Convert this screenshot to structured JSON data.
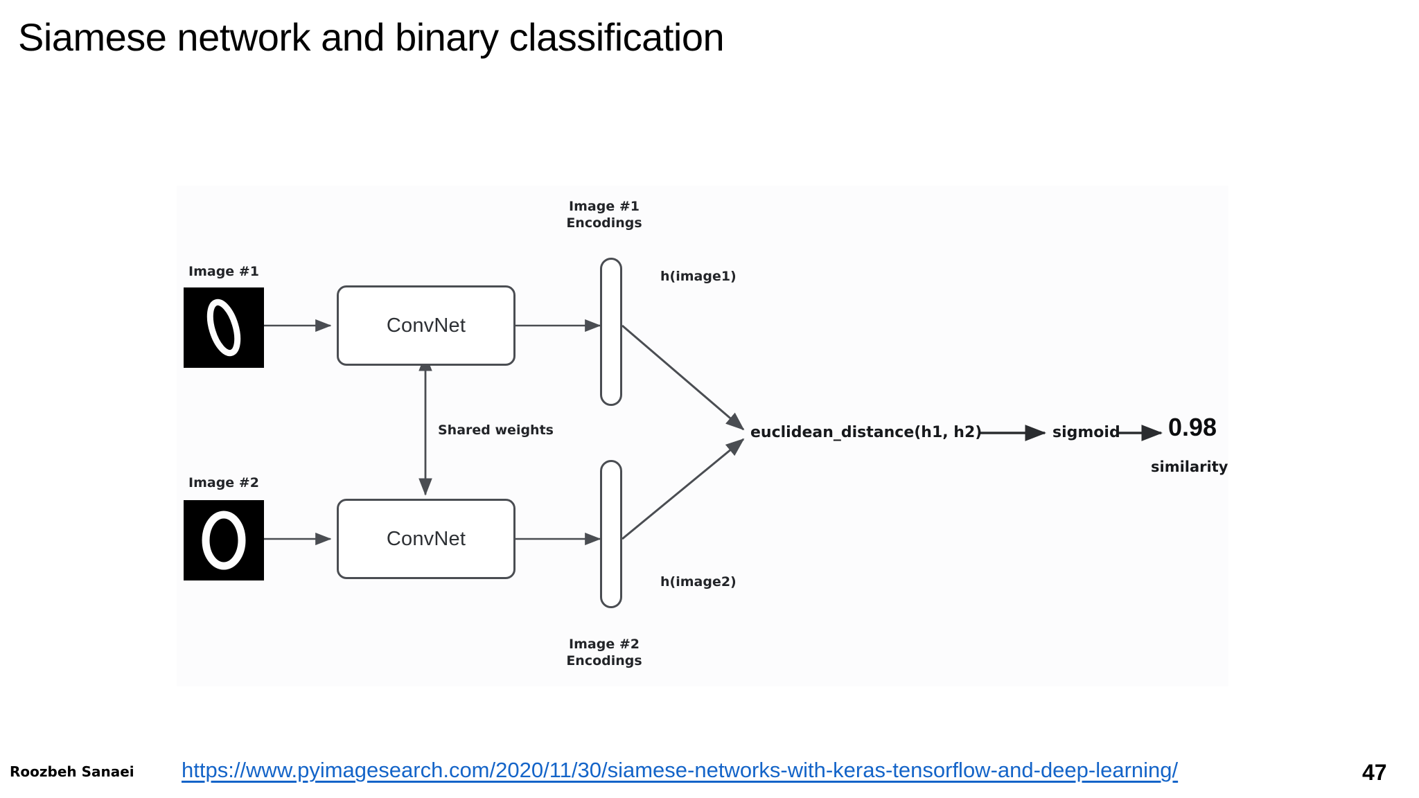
{
  "slide": {
    "title": "Siamese network and binary classification"
  },
  "figure": {
    "label_image1": "Image #1",
    "label_image2": "Image #2",
    "label_image1_encodings": "Image #1\nEncodings",
    "label_image2_encodings": "Image #2\nEncodings",
    "label_convnet_top": "ConvNet",
    "label_convnet_bottom": "ConvNet",
    "label_shared_weights": "Shared weights",
    "label_h_image1": "h(image1)",
    "label_h_image2": "h(image2)",
    "label_euclidean": "euclidean_distance(h1, h2)",
    "label_sigmoid": "sigmoid",
    "score_value": "0.98",
    "label_similarity": "similarity",
    "digit_image1": "0",
    "digit_image2": "0"
  },
  "footer": {
    "author": "Roozbeh Sanaei",
    "source_url": "https://www.pyimagesearch.com/2020/11/30/siamese-networks-with-keras-tensorflow-and-deep-learning/",
    "page_number": "47"
  },
  "colors": {
    "link": "#1464c8",
    "stroke": "#4a4d52",
    "text": "#17191c",
    "panel_bg": "#fcfcfd"
  }
}
